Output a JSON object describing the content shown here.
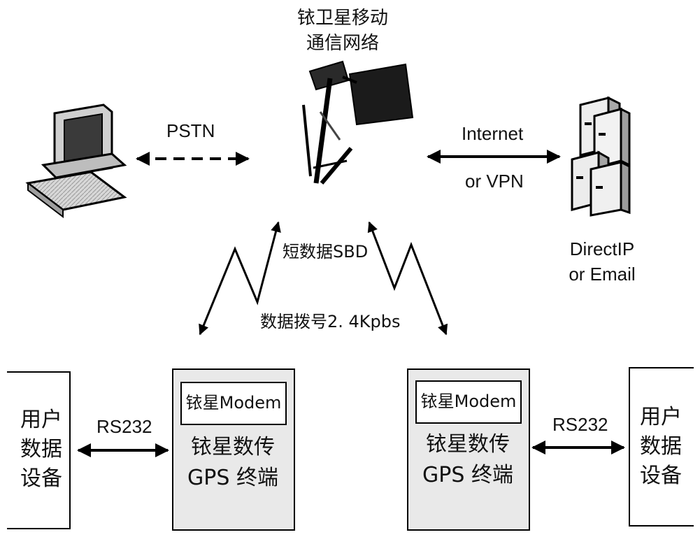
{
  "network": {
    "title_line1": "铱卫星移动",
    "title_line2": "通信网络"
  },
  "links": {
    "pstn": "PSTN",
    "internet": "Internet",
    "vpn": "or VPN",
    "sbd": "短数据SBD",
    "dialup": "数据拨号2. 4Kpbs",
    "rs232_left": "RS232",
    "rs232_right": "RS232"
  },
  "server": {
    "line1": "DirectIP",
    "line2": "or Email"
  },
  "left_terminal": {
    "modem": "铱星Modem",
    "line1": "铱星数传",
    "line2": "GPS  终端"
  },
  "right_terminal": {
    "modem": "铱星Modem",
    "line1": "铱星数传",
    "line2": "GPS  终端"
  },
  "left_user": {
    "line1": "用户",
    "line2": "数据",
    "line3": "设备"
  },
  "right_user": {
    "line1": "用户",
    "line2": "数据",
    "line3": "设备"
  }
}
